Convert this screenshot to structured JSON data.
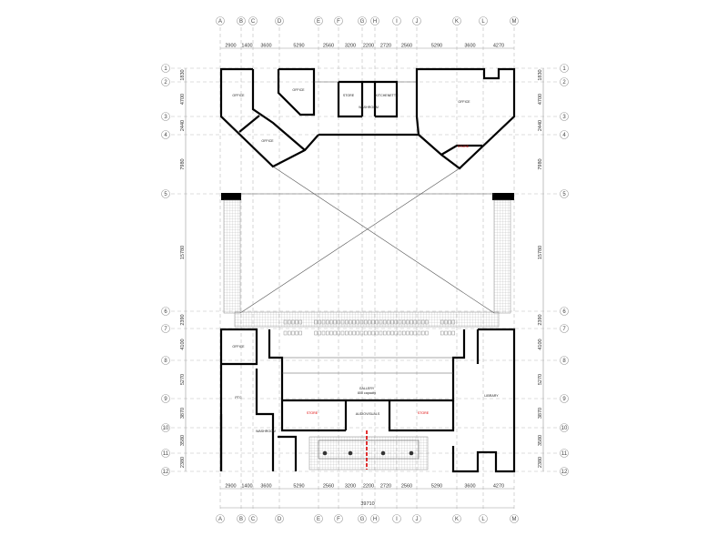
{
  "columns": [
    "A",
    "B",
    "C",
    "D",
    "E",
    "F",
    "G",
    "H",
    "I",
    "J",
    "K",
    "L",
    "M"
  ],
  "rows": [
    "1",
    "2",
    "3",
    "4",
    "5",
    "6",
    "7",
    "8",
    "9",
    "10",
    "11",
    "12"
  ],
  "column_spacings": [
    "2900",
    "1400",
    "3600",
    "5290",
    "2560",
    "3200",
    "2200",
    "2720",
    "2560",
    "5290",
    "3600",
    "4270"
  ],
  "row_spacings": [
    "1830",
    "4700",
    "2440",
    "7980",
    "15780",
    "2390",
    "4100",
    "5270",
    "3870",
    "3580",
    "2380"
  ],
  "total_width": "39710",
  "rooms": {
    "office_1": "OFFICE",
    "office_2": "OFFICE",
    "office_3": "OFFICE",
    "office_4": "OFFICE",
    "store_top": "STORE",
    "kitchenette": "KITCHENETTE",
    "washroom": "WASHROOM",
    "red_top": "STORE",
    "office_lower": "OFFICE",
    "ptc": "PTC",
    "washroom_lower": "WASHROOM",
    "gallery": "GALLERY",
    "gallery_capacity": "800 capacity",
    "store_left": "STORE",
    "audiovisuals": "AUDIOVISUALS",
    "store_right": "STORE",
    "library": "LIBRARY"
  },
  "colors": {
    "wall": "#000000",
    "accent": "#dd0000",
    "grid": "#bbbbbb"
  }
}
